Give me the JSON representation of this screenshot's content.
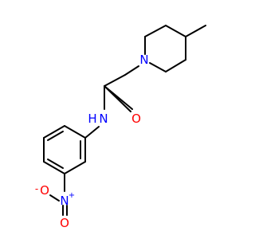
{
  "molecule": {
    "atoms": {
      "n_ring": "N",
      "o_carbonyl": "O",
      "n_amide": "N",
      "h_amide": "H",
      "n_nitro": "N",
      "n_nitro_charge": "+",
      "o_nitro_top": "O",
      "o_nitro_left": "O",
      "o_nitro_left_charge": "-"
    },
    "colors": {
      "bond": "#000000",
      "nitrogen": "#0000ff",
      "oxygen": "#ff0000"
    }
  }
}
